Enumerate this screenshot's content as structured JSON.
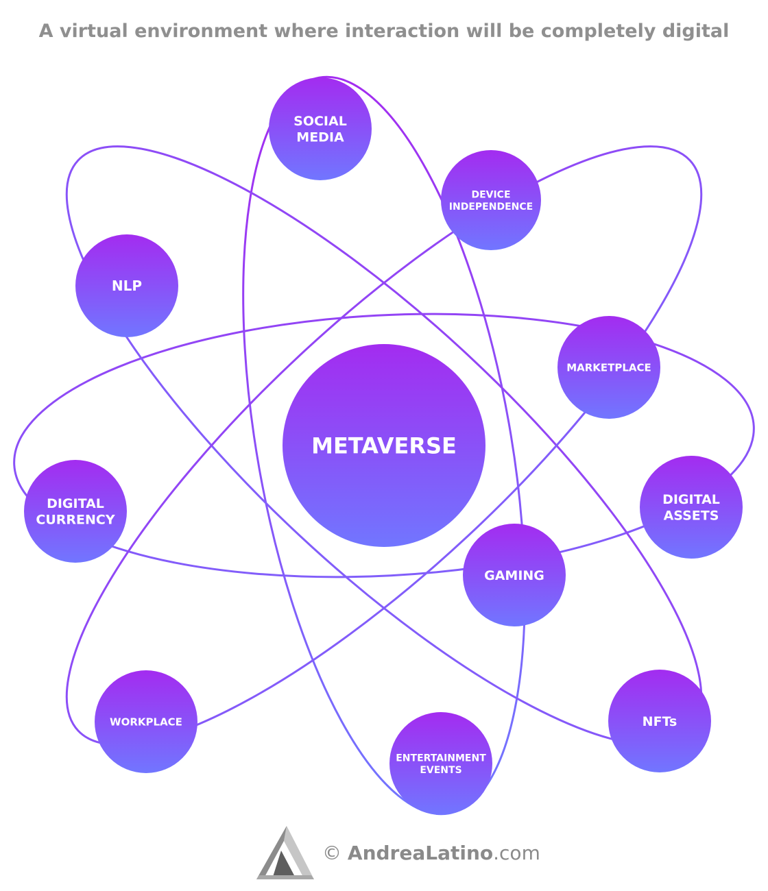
{
  "title": "A virtual environment where interaction will be completely digital",
  "center": {
    "label": [
      "METAVERSE"
    ]
  },
  "nodes": [
    {
      "id": "social-media",
      "label": [
        "SOCIAL",
        "MEDIA"
      ]
    },
    {
      "id": "device-independence",
      "label": [
        "DEVICE",
        "INDEPENDENCE"
      ]
    },
    {
      "id": "nlp",
      "label": [
        "NLP"
      ]
    },
    {
      "id": "marketplace",
      "label": [
        "MARKETPLACE"
      ]
    },
    {
      "id": "digital-currency",
      "label": [
        "DIGITAL",
        "CURRENCY"
      ]
    },
    {
      "id": "digital-assets",
      "label": [
        "DIGITAL",
        "ASSETS"
      ]
    },
    {
      "id": "gaming",
      "label": [
        "GAMING"
      ]
    },
    {
      "id": "workplace",
      "label": [
        "WORKPLACE"
      ]
    },
    {
      "id": "nfts",
      "label": [
        "NFTs"
      ]
    },
    {
      "id": "entertainment-events",
      "label": [
        "ENTERTAINMENT",
        "EVENTS"
      ]
    }
  ],
  "credit": {
    "symbol": "©",
    "brand": "AndreaLatino",
    "tld": ".com"
  },
  "colors": {
    "gradient_top": "#a32cf0",
    "gradient_bottom": "#7176ff",
    "orbit_top": "#a32cf0",
    "orbit_bottom": "#7176ff",
    "title": "#8f8f8f"
  }
}
